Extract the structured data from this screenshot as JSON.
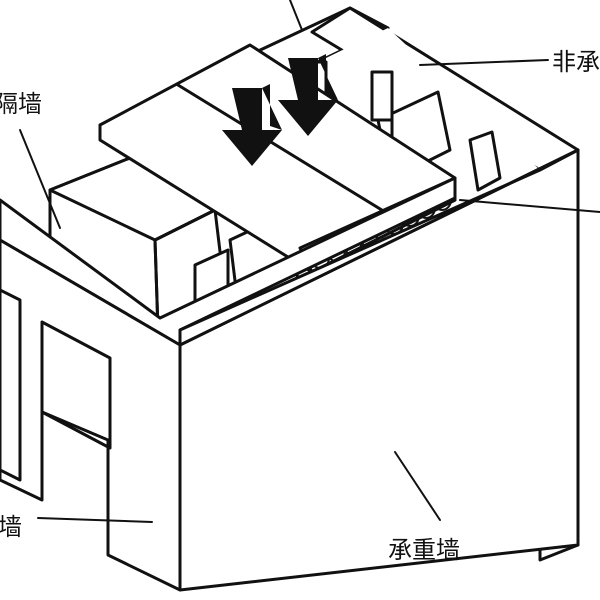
{
  "labels": {
    "partition_wall_top_left": "隔墙",
    "partition_wall_bottom_left": "墙",
    "non_load_bearing_wall": "非承",
    "load_bearing_wall": "承重墙"
  }
}
